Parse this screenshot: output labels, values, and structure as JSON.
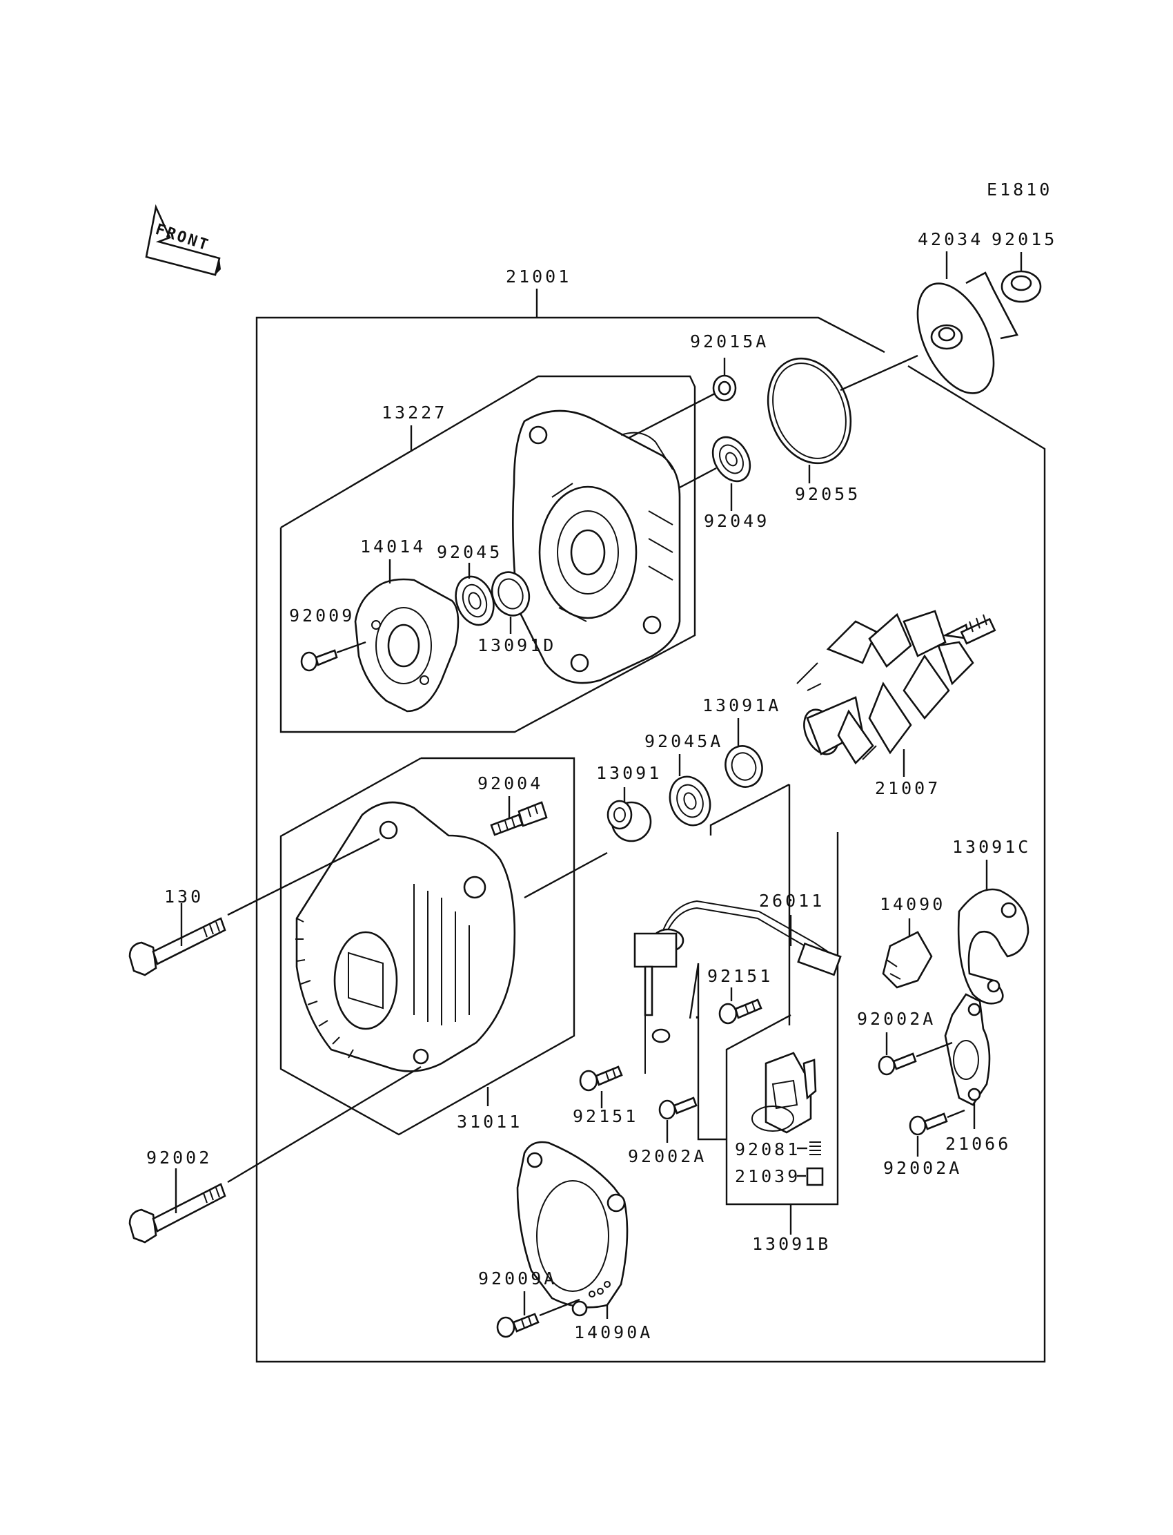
{
  "diagram_code": "E1810",
  "front_label": "FRONT",
  "colors": {
    "line": "#111111",
    "background": "#ffffff"
  },
  "parts": [
    {
      "id": "p21001",
      "label": "21001"
    },
    {
      "id": "p42034",
      "label": "42034"
    },
    {
      "id": "p92015",
      "label": "92015"
    },
    {
      "id": "p92015A",
      "label": "92015A"
    },
    {
      "id": "p13227",
      "label": "13227"
    },
    {
      "id": "p92049",
      "label": "92049"
    },
    {
      "id": "p92055",
      "label": "92055"
    },
    {
      "id": "p14014",
      "label": "14014"
    },
    {
      "id": "p92045",
      "label": "92045"
    },
    {
      "id": "p92009",
      "label": "92009"
    },
    {
      "id": "p13091D",
      "label": "13091D"
    },
    {
      "id": "p13091A",
      "label": "13091A"
    },
    {
      "id": "p92045A",
      "label": "92045A"
    },
    {
      "id": "p21007",
      "label": "21007"
    },
    {
      "id": "p92004",
      "label": "92004"
    },
    {
      "id": "p13091",
      "label": "13091"
    },
    {
      "id": "p13091C",
      "label": "13091C"
    },
    {
      "id": "p130",
      "label": "130"
    },
    {
      "id": "p26011",
      "label": "26011"
    },
    {
      "id": "p14090",
      "label": "14090"
    },
    {
      "id": "p92151a",
      "label": "92151"
    },
    {
      "id": "p92002Aa",
      "label": "92002A"
    },
    {
      "id": "p31011",
      "label": "31011"
    },
    {
      "id": "p92151b",
      "label": "92151"
    },
    {
      "id": "p92002Ab",
      "label": "92002A"
    },
    {
      "id": "p92081",
      "label": "92081"
    },
    {
      "id": "p21039",
      "label": "21039"
    },
    {
      "id": "p21066",
      "label": "21066"
    },
    {
      "id": "p92002Ac",
      "label": "92002A"
    },
    {
      "id": "p92002",
      "label": "92002"
    },
    {
      "id": "p13091B",
      "label": "13091B"
    },
    {
      "id": "p92009A",
      "label": "92009A"
    },
    {
      "id": "p14090A",
      "label": "14090A"
    }
  ]
}
